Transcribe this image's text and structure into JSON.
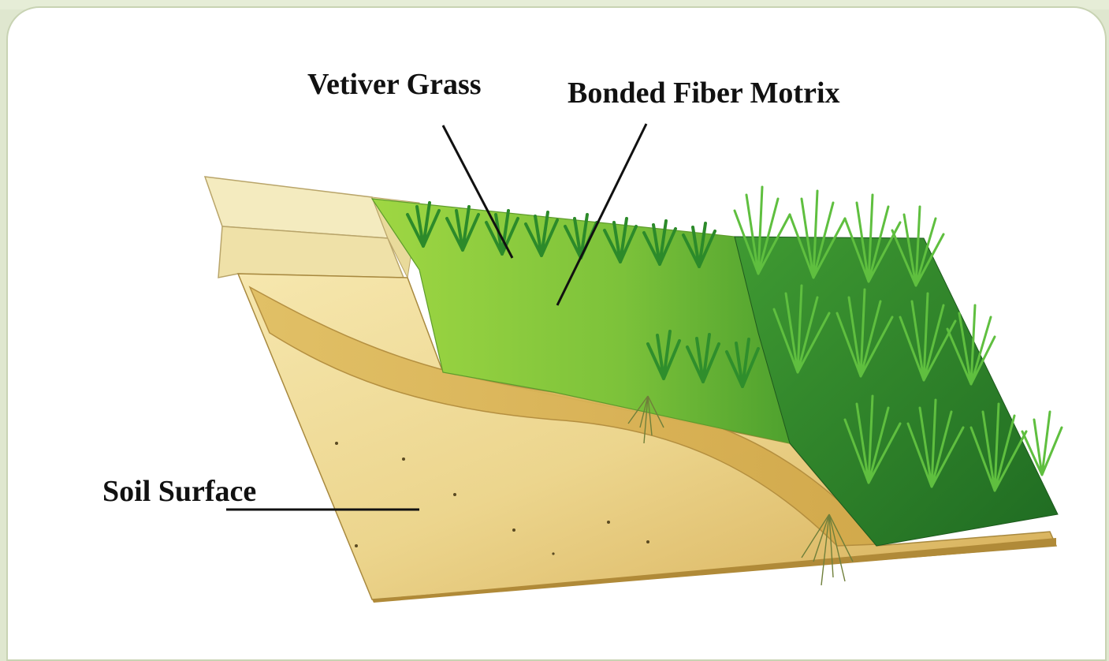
{
  "labels": {
    "vetiver": "Vetiver Grass",
    "bfm": "Bonded Fiber Motrix",
    "soil": "Soil Surface"
  },
  "colors": {
    "background": "#dfe7cf",
    "panel": "#ffffff",
    "soil": "#e8c978",
    "bfm_green": "#8fcf3a",
    "grass_dark": "#2f8a2a",
    "label_text": "#111111"
  }
}
